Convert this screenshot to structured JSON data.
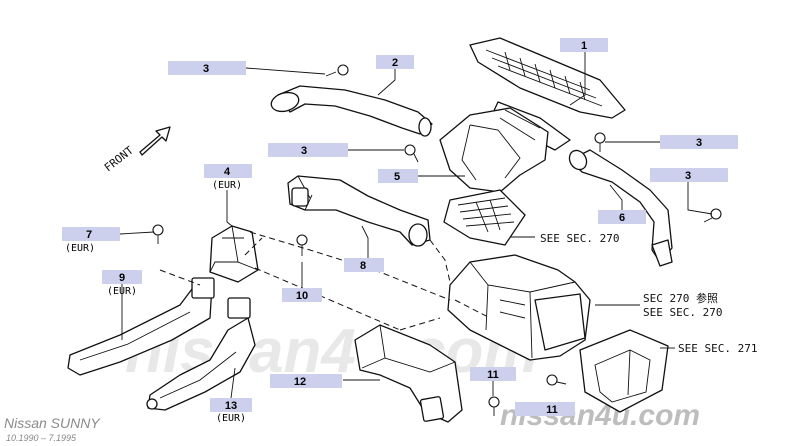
{
  "callouts": [
    {
      "id": "c3a",
      "num": "3",
      "sub": ""
    },
    {
      "id": "c2",
      "num": "2",
      "sub": ""
    },
    {
      "id": "c1",
      "num": "1",
      "sub": ""
    },
    {
      "id": "c3b",
      "num": "3",
      "sub": ""
    },
    {
      "id": "c3c",
      "num": "3",
      "sub": ""
    },
    {
      "id": "c3d",
      "num": "3",
      "sub": ""
    },
    {
      "id": "c4",
      "num": "4",
      "sub": "(EUR)"
    },
    {
      "id": "c5",
      "num": "5",
      "sub": ""
    },
    {
      "id": "c6",
      "num": "6",
      "sub": ""
    },
    {
      "id": "c7",
      "num": "7",
      "sub": "(EUR)"
    },
    {
      "id": "c8",
      "num": "8",
      "sub": ""
    },
    {
      "id": "c9",
      "num": "9",
      "sub": "(EUR)"
    },
    {
      "id": "c10",
      "num": "10",
      "sub": ""
    },
    {
      "id": "c11a",
      "num": "11",
      "sub": ""
    },
    {
      "id": "c11b",
      "num": "11",
      "sub": ""
    },
    {
      "id": "c12",
      "num": "12",
      "sub": ""
    },
    {
      "id": "c13",
      "num": "13",
      "sub": "(EUR)"
    }
  ],
  "references": {
    "ref_270_a": "SEE SEC. 270",
    "ref_270_jp": "SEC 270 参照",
    "ref_270_b": "SEE SEC. 270",
    "ref_271": "SEE SEC. 271"
  },
  "direction_label": "FRONT",
  "watermark": {
    "large": "nissan4u.com",
    "small": "nissan4u.com"
  },
  "footer": {
    "model": "Nissan SUNNY",
    "dates": "10.1990 – 7.1995"
  },
  "colors": {
    "callout_fill": "#ccd0ec",
    "line": "#111111",
    "watermark": "#e8e8e8"
  }
}
